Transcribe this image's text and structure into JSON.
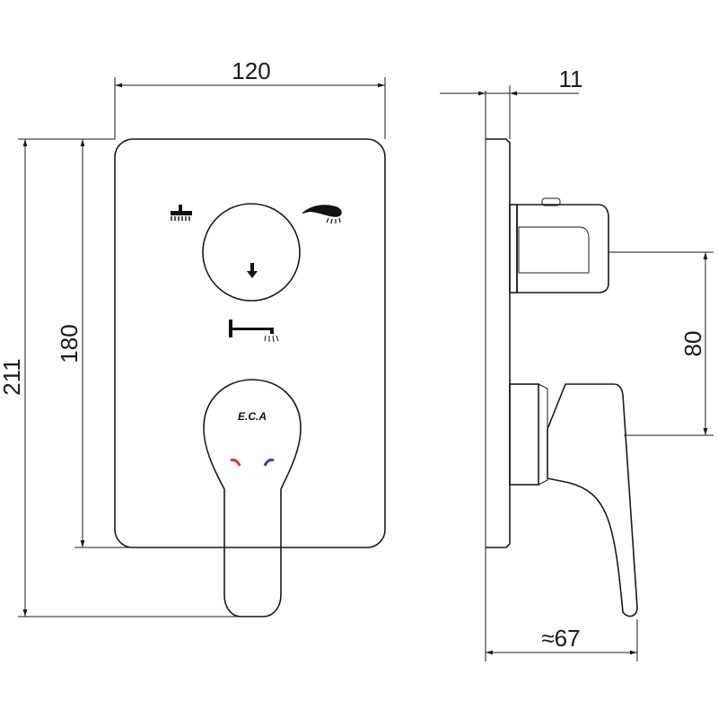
{
  "dimensions": {
    "plate_width": "120",
    "plate_height": "180",
    "total_height": "211",
    "plate_thickness": "11",
    "handle_spacing": "80",
    "projection_depth": "≈67"
  },
  "brand": {
    "logo_text": "E.C.A"
  },
  "icons": {
    "overhead_shower": "overhead-shower-icon",
    "hand_shower": "hand-shower-icon",
    "diverter_arrow": "arrow-down-icon",
    "spout": "bath-spout-icon",
    "hot_marker": "hot-water-marker",
    "cold_marker": "cold-water-marker"
  },
  "colors": {
    "line": "#1a1a1a",
    "hot": "#d93030",
    "cold": "#2a3fc8"
  }
}
